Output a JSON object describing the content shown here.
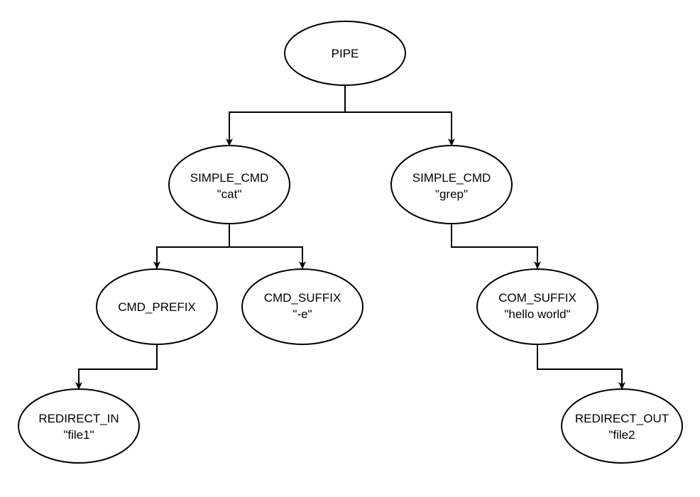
{
  "diagram": {
    "nodes": {
      "pipe": {
        "label": "PIPE",
        "sublabel": ""
      },
      "simple_cmd_cat": {
        "label": "SIMPLE_CMD",
        "sublabel": "\"cat\""
      },
      "simple_cmd_grep": {
        "label": "SIMPLE_CMD",
        "sublabel": "\"grep\""
      },
      "cmd_prefix": {
        "label": "CMD_PREFIX",
        "sublabel": ""
      },
      "cmd_suffix": {
        "label": "CMD_SUFFIX",
        "sublabel": "\"-e\""
      },
      "com_suffix": {
        "label": "COM_SUFFIX",
        "sublabel": "\"hello world\""
      },
      "redirect_in": {
        "label": "REDIRECT_IN",
        "sublabel": "\"file1\""
      },
      "redirect_out": {
        "label": "REDIRECT_OUT",
        "sublabel": "\"file2"
      }
    },
    "edges": [
      {
        "from": "pipe",
        "to": "simple_cmd_cat"
      },
      {
        "from": "pipe",
        "to": "simple_cmd_grep"
      },
      {
        "from": "simple_cmd_cat",
        "to": "cmd_prefix"
      },
      {
        "from": "simple_cmd_cat",
        "to": "cmd_suffix"
      },
      {
        "from": "simple_cmd_grep",
        "to": "com_suffix"
      },
      {
        "from": "cmd_prefix",
        "to": "redirect_in"
      },
      {
        "from": "com_suffix",
        "to": "redirect_out"
      }
    ]
  }
}
